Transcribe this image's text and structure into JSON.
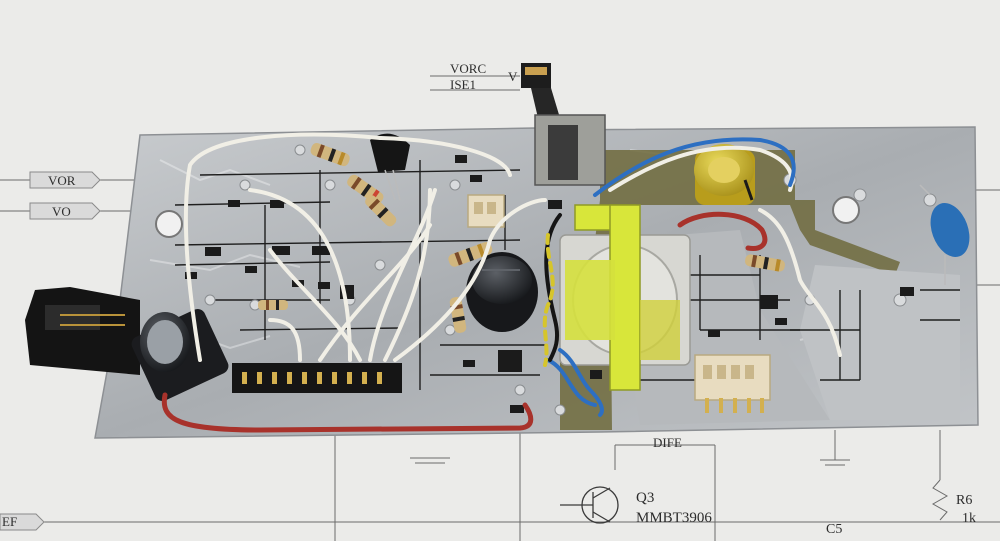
{
  "schematic": {
    "net_vorc": "VORC",
    "net_ise1": "ISE1",
    "net_vo_top": "V",
    "net_vor": "VOR",
    "net_vo": "VO",
    "net_dife": "DIFE",
    "net_ef": "EF",
    "q3_ref": "Q3",
    "q3_part": "MMBT3906",
    "r6_ref": "R6",
    "r6_value": "1k",
    "c5_ref": "C5"
  },
  "colors": {
    "paper": "#ebebe9",
    "foil": "#b9bcbf",
    "pcb_green": "#6f6a3c",
    "trace": "#1f1f1f",
    "red_wire": "#a8322b",
    "blue_wire": "#2d6fc2",
    "yellow_tape": "#d8e63a",
    "yellow_cap": "#c9b31e"
  }
}
